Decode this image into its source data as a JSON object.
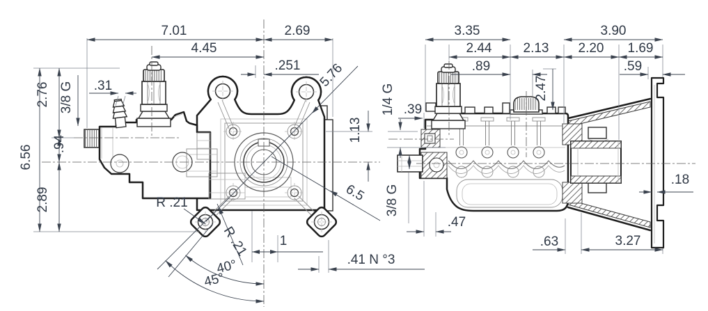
{
  "meta": {
    "background": "#ffffff",
    "line_color": "#1d1d1d",
    "dimension_color": "#2e3744"
  },
  "front": {
    "d701": "7.01",
    "d445": "4.45",
    "d269": "2.69",
    "d251": ".251",
    "d576": "5.76",
    "d31": ".31",
    "g38": "3/8 G",
    "d276": "2.76",
    "d94": ".94",
    "d656": "6.56",
    "d289": "2.89",
    "d113": "1.13",
    "d65": "6.5",
    "r21a": "R .21",
    "r21b": "R .21",
    "d1": "1",
    "a40": "40°",
    "a45": "45°",
    "d41": ".41 N °3"
  },
  "side": {
    "d335": "3.35",
    "d244": "2.44",
    "d89": ".89",
    "d213": "2.13",
    "d390": "3.90",
    "d220": "2.20",
    "d169": "1.69",
    "d59": ".59",
    "d247": "2.47",
    "g14": "1/4 G",
    "d39": ".39",
    "g38": "3/8 G",
    "d47": ".47",
    "d63": ".63",
    "d327": "3.27",
    "d18": ".18"
  }
}
